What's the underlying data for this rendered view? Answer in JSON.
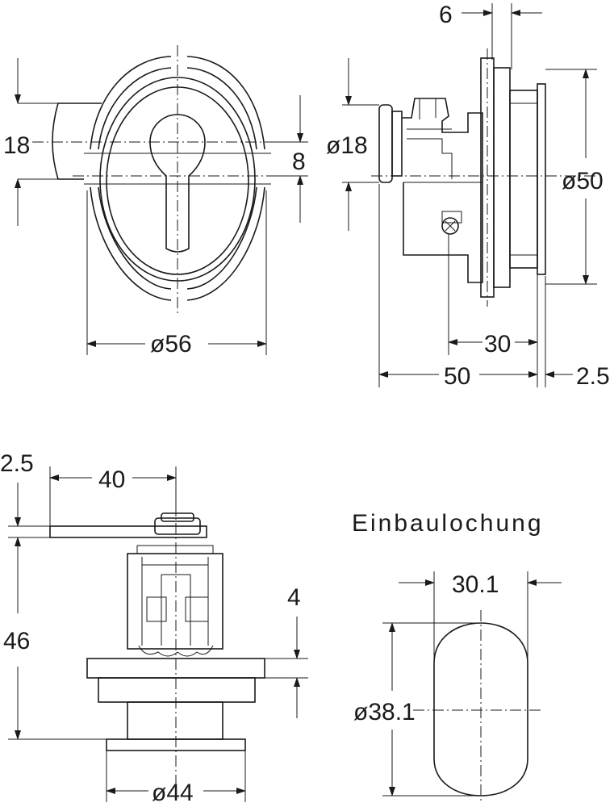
{
  "front_view": {
    "dim_height_18": "18",
    "dim_keyhole_8": "8",
    "dim_diameter_56": "ø56"
  },
  "side_view": {
    "dim_flange_6": "6",
    "dim_cylinder_d18": "ø18",
    "dim_flange_d50": "ø50",
    "dim_depth_30": "30",
    "dim_length_50": "50",
    "dim_thickness_2_5": "2.5"
  },
  "bottom_view": {
    "dim_cam_thickness_2_5": "2.5",
    "dim_cam_length_40": "40",
    "dim_height_46": "46",
    "dim_plate_4": "4",
    "dim_diameter_44": "ø44"
  },
  "cutout": {
    "title": "Einbaulochung",
    "dim_width_30_1": "30.1",
    "dim_diameter_38_1": "ø38.1"
  }
}
